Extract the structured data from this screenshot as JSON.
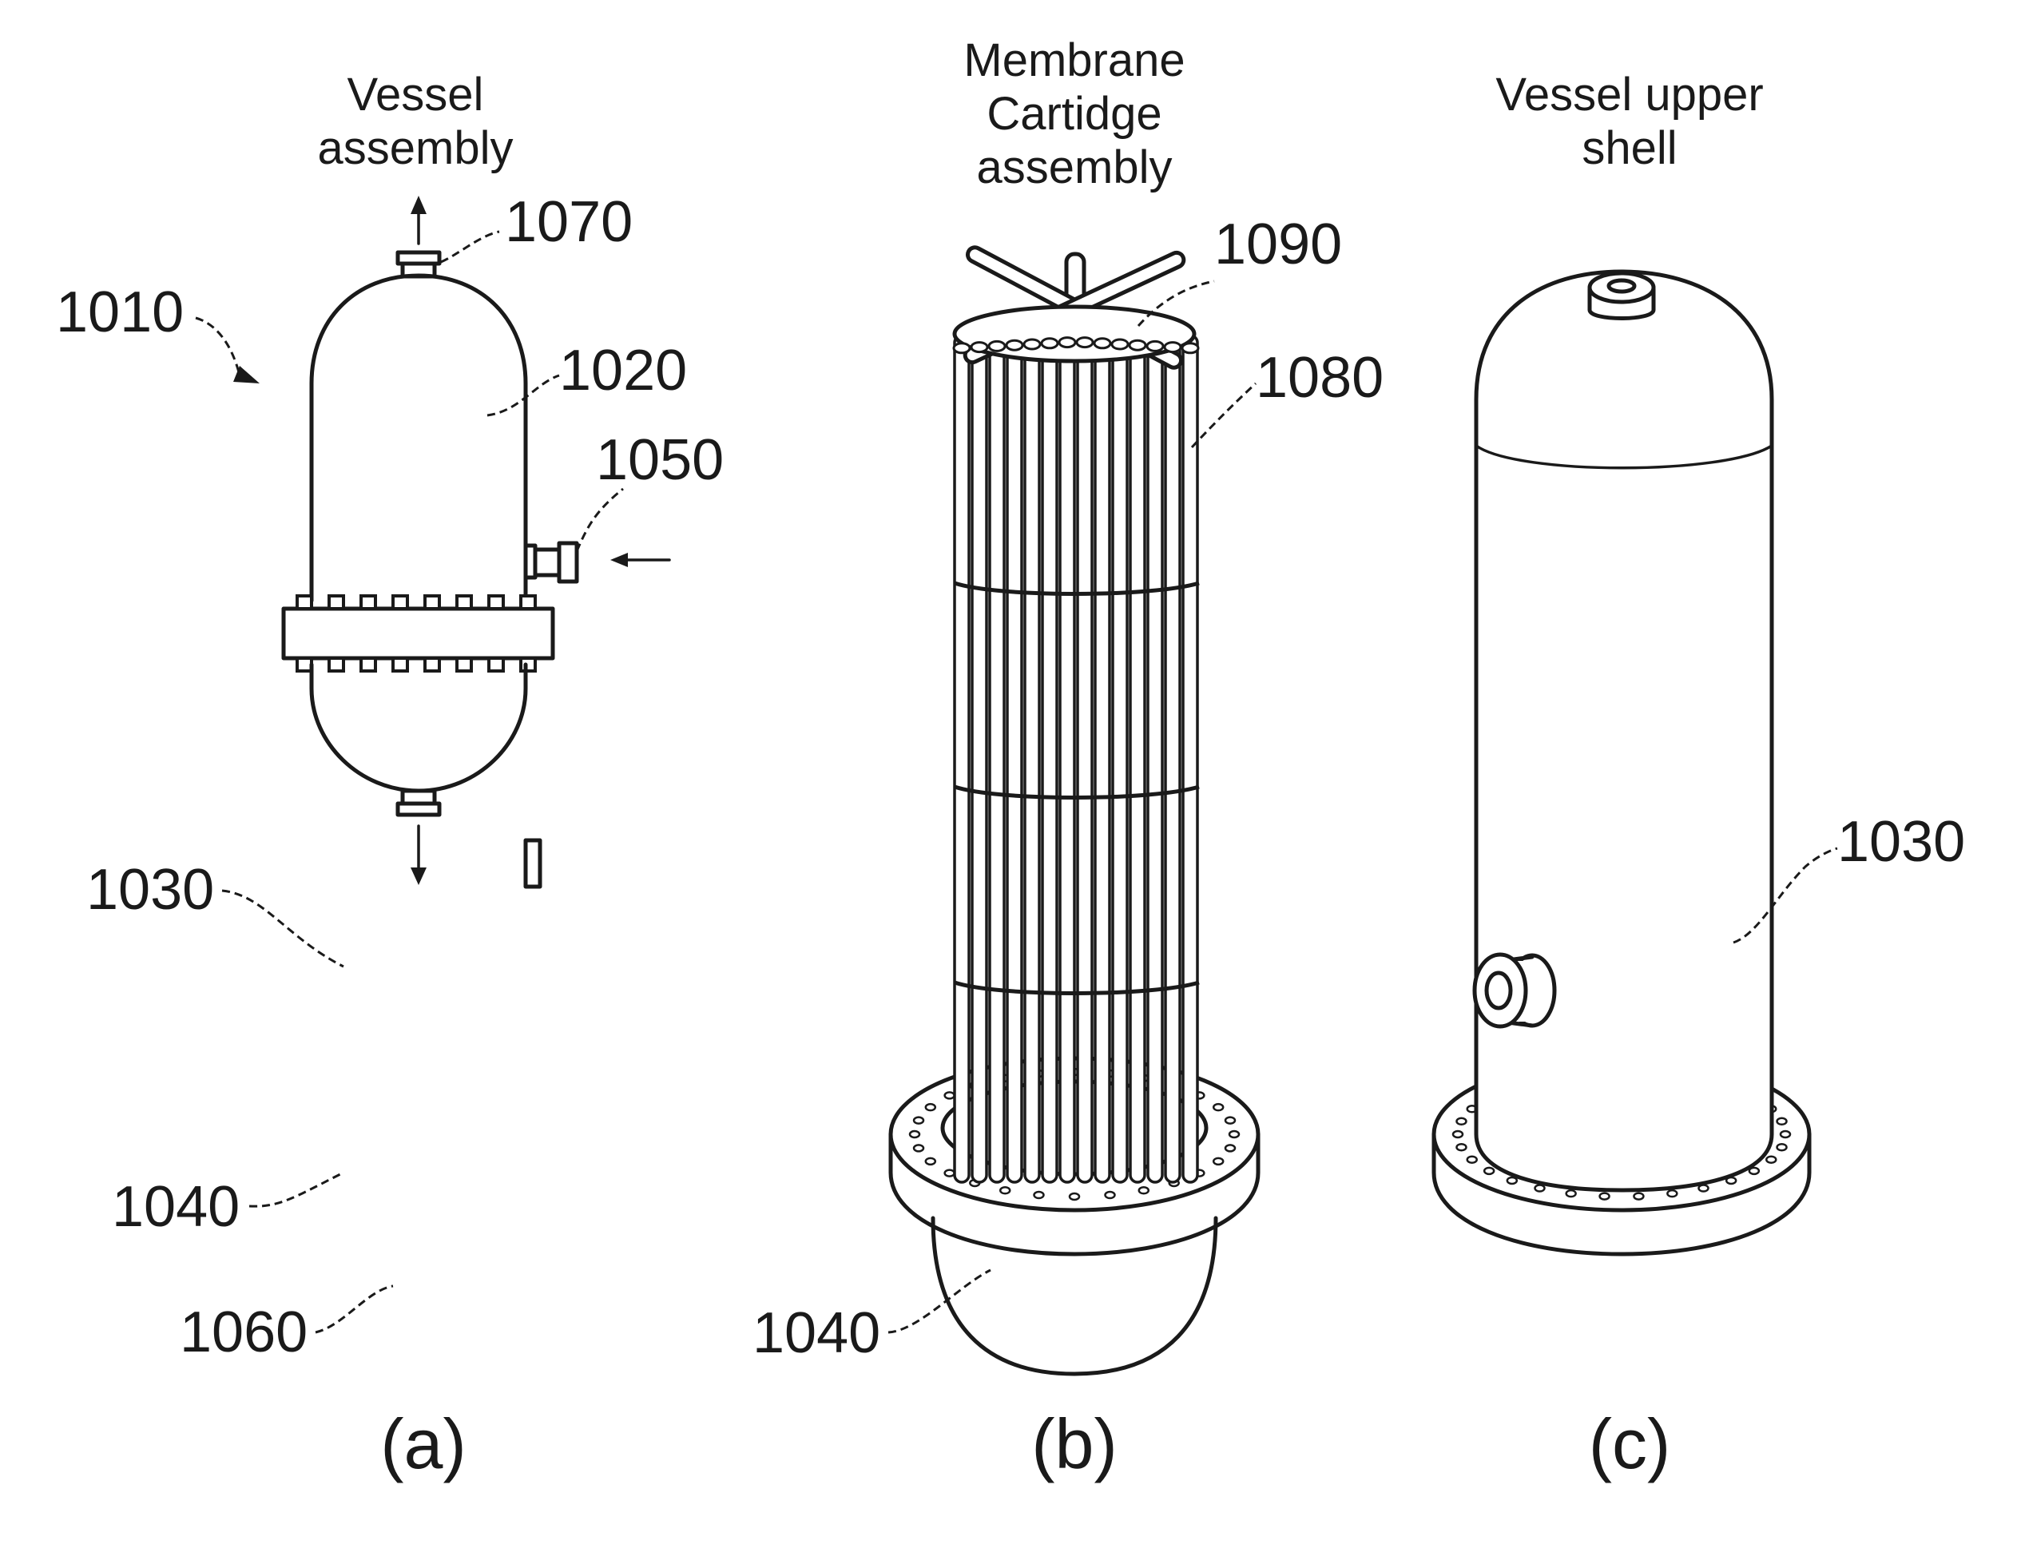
{
  "panels": [
    {
      "id": "a",
      "caption": "(a)",
      "title_lines": [
        "Vessel",
        "assembly"
      ]
    },
    {
      "id": "b",
      "caption": "(b)",
      "title_lines": [
        "Membrane",
        "Cartidge",
        "assembly"
      ]
    },
    {
      "id": "c",
      "caption": "(c)",
      "title_lines": [
        "Vessel upper",
        "shell"
      ]
    }
  ],
  "reference_numerals": {
    "a": [
      "1010",
      "1020",
      "1030",
      "1040",
      "1050",
      "1060",
      "1070"
    ],
    "b": [
      "1040",
      "1080",
      "1090"
    ],
    "c": [
      "1030"
    ]
  },
  "colors": {
    "line": "#1a1a1a",
    "background": "#ffffff"
  }
}
